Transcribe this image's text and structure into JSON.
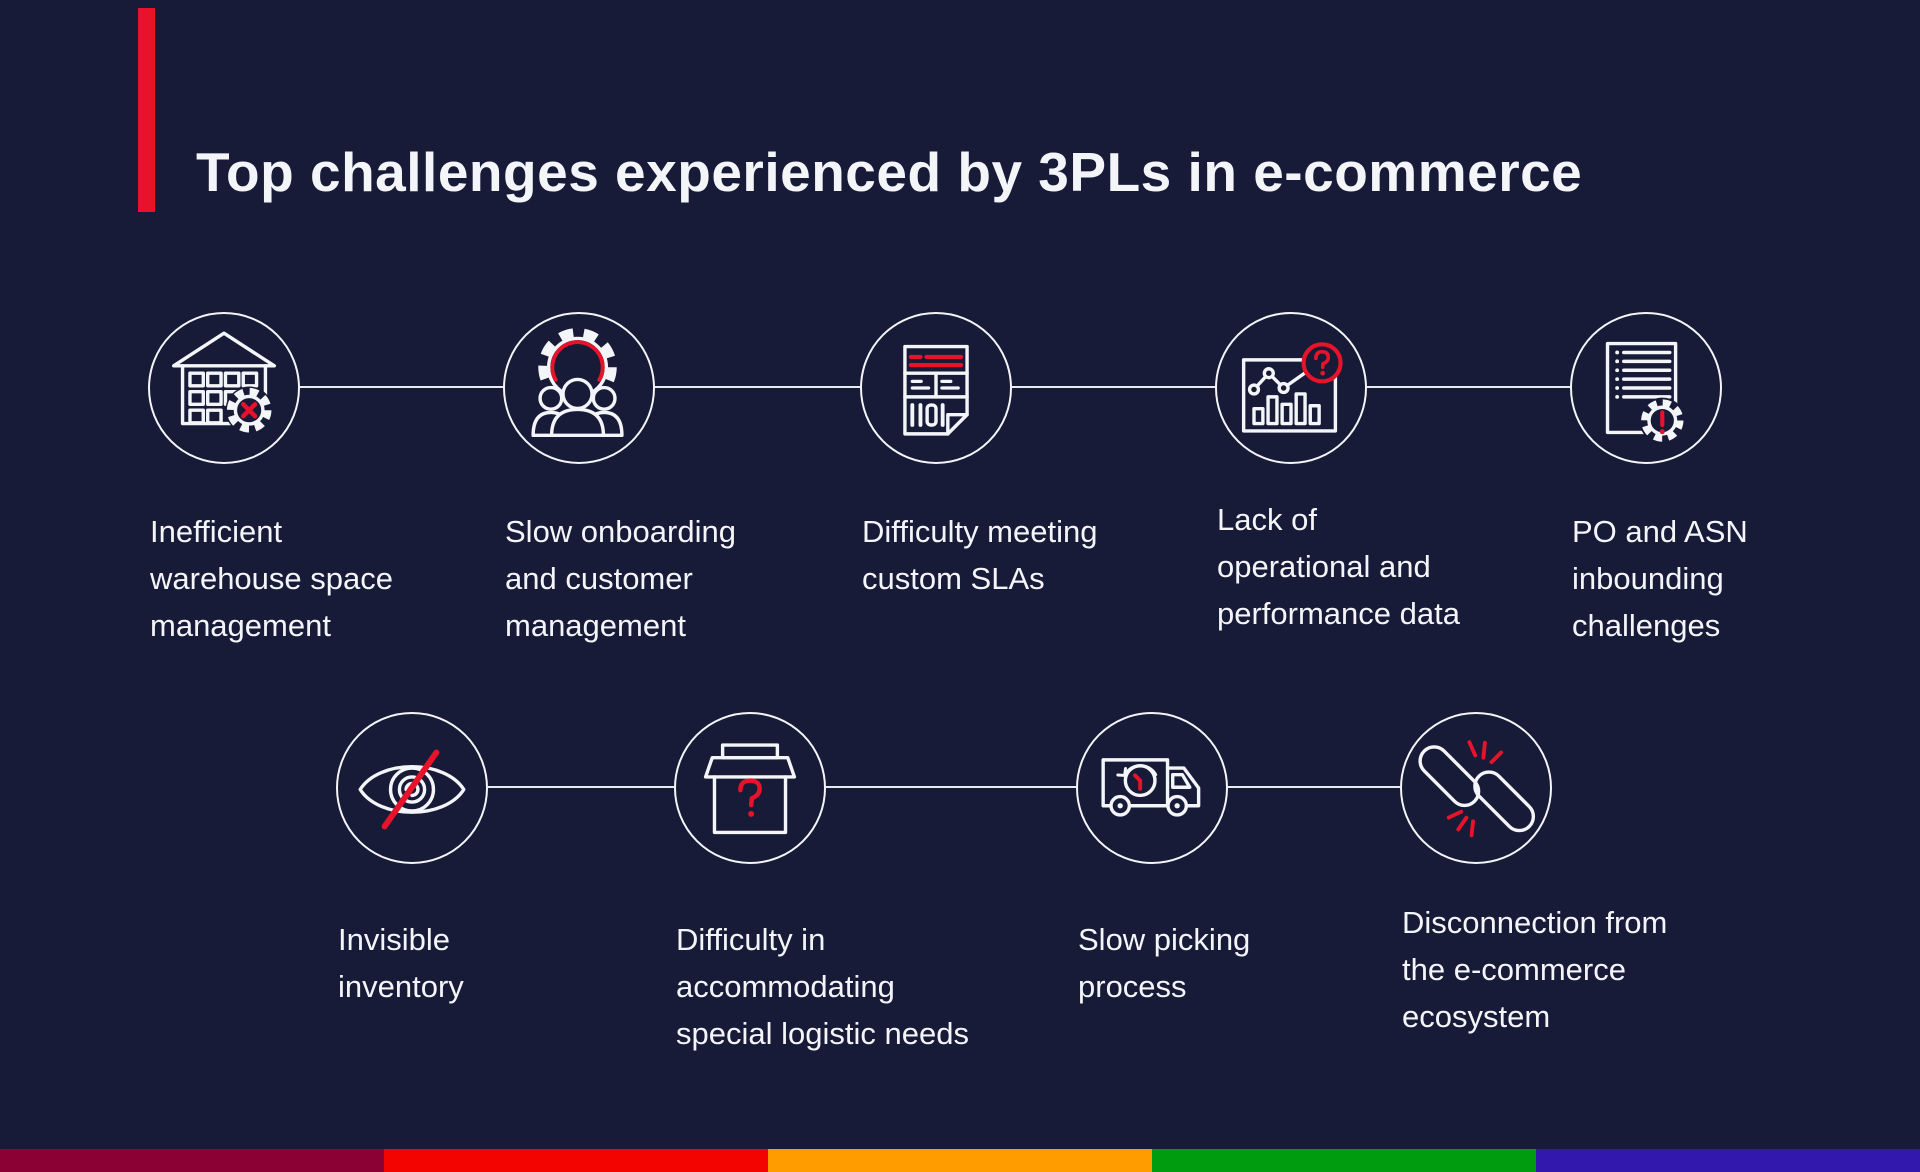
{
  "page": {
    "background": "#171b38",
    "line_color": "#f4f5f8",
    "text_color": "#f4f5f8",
    "accent_red": "#e8132b"
  },
  "header": {
    "title": "Top challenges experienced by 3PLs in e-commerce"
  },
  "challenges": [
    {
      "icon": "warehouse-gear-x-icon",
      "label": "Inefficient\nwarehouse space\nmanagement"
    },
    {
      "icon": "customers-gear-icon",
      "label": "Slow onboarding\nand customer\nmanagement"
    },
    {
      "icon": "sla-document-icon",
      "label": "Difficulty meeting\ncustom SLAs"
    },
    {
      "icon": "analytics-question-icon",
      "label": "Lack of\noperational and\nperformance data"
    },
    {
      "icon": "document-gear-alert-icon",
      "label": "PO and ASN\ninbounding\nchallenges"
    },
    {
      "icon": "eye-slash-icon",
      "label": "Invisible\ninventory"
    },
    {
      "icon": "open-box-question-icon",
      "label": "Difficulty in\naccommodating\nspecial logistic needs"
    },
    {
      "icon": "truck-clock-icon",
      "label": "Slow picking\nprocess"
    },
    {
      "icon": "broken-chain-icon",
      "label": "Disconnection from\nthe e-commerce\necosystem"
    }
  ],
  "footer": {
    "stripe_colors": [
      "#8b0133",
      "#f30400",
      "#ff9d00",
      "#009c0f",
      "#3318ae"
    ]
  }
}
